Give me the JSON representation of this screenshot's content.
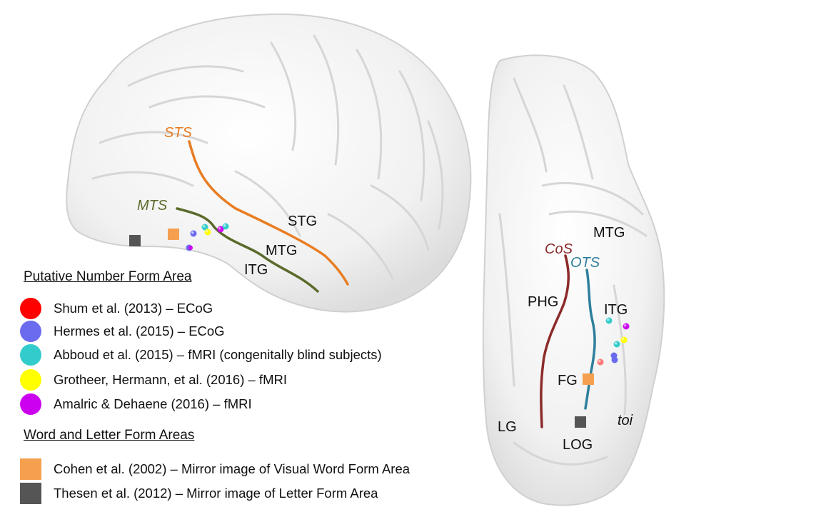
{
  "colors": {
    "sts": "#e87d23",
    "mts": "#5a6a2a",
    "cos": "#8c2a2a",
    "ots": "#2f7f9c",
    "shum": "#ff0000",
    "hermes": "#6b6bf0",
    "abboud": "#33cccc",
    "grotheer": "#ffff00",
    "amalric": "#cc00ee",
    "cohen": "#f5a04f",
    "thesen": "#555555"
  },
  "lateral_labels": {
    "sts": "STS",
    "mts": "MTS",
    "stg": "STG",
    "mtg": "MTG",
    "itg": "ITG"
  },
  "ventral_labels": {
    "mtg": "MTG",
    "cos": "CoS",
    "ots": "OTS",
    "phg": "PHG",
    "itg": "ITG",
    "fg": "FG",
    "lg": "LG",
    "log": "LOG",
    "toi": "toi"
  },
  "legend": {
    "number_heading": "Putative Number Form Area",
    "number_items": [
      {
        "label": "Shum et al. (2013) – ECoG",
        "color": "#ff0000"
      },
      {
        "label": "Hermes et al. (2015) – ECoG",
        "color": "#6b6bf0"
      },
      {
        "label": "Abboud et al. (2015) – fMRI (congenitally blind subjects)",
        "color": "#33cccc"
      },
      {
        "label": "Grotheer, Hermann, et al. (2016) – fMRI",
        "color": "#ffff00"
      },
      {
        "label": "Amalric & Dehaene (2016) – fMRI",
        "color": "#cc00ee"
      }
    ],
    "word_heading": "Word and Letter Form Areas",
    "word_items": [
      {
        "label": "Cohen et al. (2002) – Mirror image of Visual Word Form Area",
        "color": "#f5a04f"
      },
      {
        "label": "Thesen et al. (2012) – Mirror image of Letter Form Area",
        "color": "#555555"
      }
    ]
  }
}
